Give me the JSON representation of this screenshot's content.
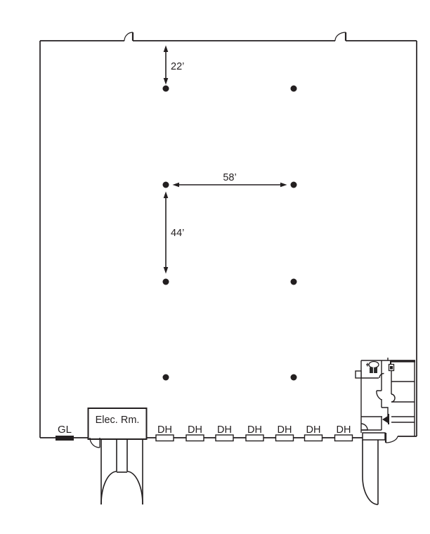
{
  "diagram_type": "building-floor-plan",
  "labels": {
    "grade_level_door": "GL",
    "electrical_room": "Elec. Rm.",
    "dock_high_door": "DH"
  },
  "dimensions": {
    "wall_to_first_column": "22’",
    "column_bay_width": "58’",
    "column_bay_depth": "44’"
  },
  "counts": {
    "dock_high_doors": 7,
    "grid_columns": 8,
    "top_entry_doors": 2
  },
  "colors": {
    "line": "#231f20",
    "background": "#ffffff"
  }
}
